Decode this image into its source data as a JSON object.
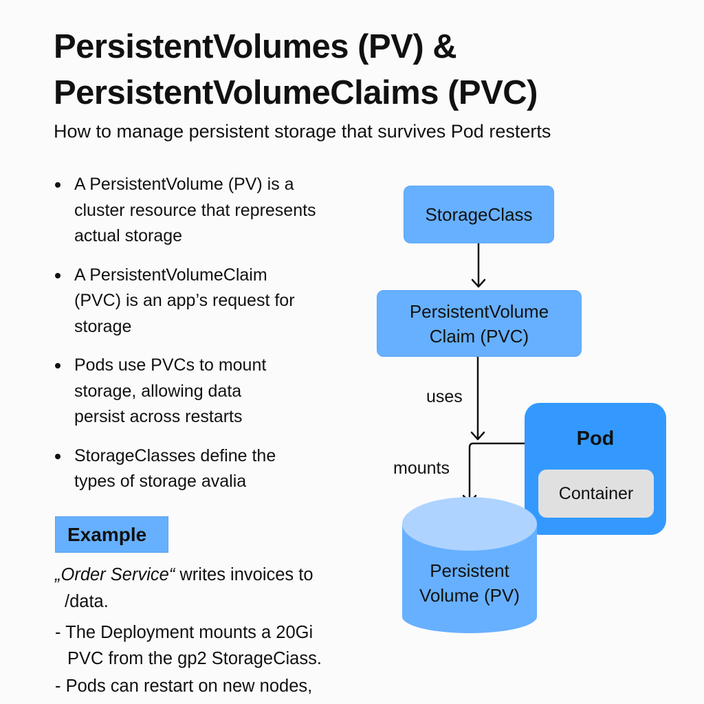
{
  "header": {
    "title_line1": "PersistentVolumes (PV) &",
    "title_line2": "PersistentVolumeClaims (PVC)",
    "subtitle": "How to manage persistent storage that survives Pod resterts"
  },
  "bullets": [
    "A PersistentVolume (PV) is a cluster resource that represents actual storage",
    "A PersistentVolumeClaim (PVC) is an app’s request for storage",
    "Pods use PVCs to mount storage, allowing data persist across restarts",
    "StorageClasses define the types of storage avalia"
  ],
  "example": {
    "heading": "Example",
    "service_name": "„Order Service“",
    "line1_rest": " writes invoices to",
    "line2": "/data.",
    "line3": "- The Deployment mounts a 20Gi",
    "line4": "PVC from the gp2 StorageCiass.",
    "line5": "- Pods can restart on new nodes,"
  },
  "diagram": {
    "storage_class": "StorageClass",
    "pvc_line1": "PersistentVolume",
    "pvc_line2": "Claim (PVC)",
    "uses_label": "uses",
    "mounts_label": "mounts",
    "pod_label": "Pod",
    "container_label": "Container",
    "pv_line1": "Persistent",
    "pv_line2": "Volume (PV)"
  },
  "colors": {
    "box": "#66b0ff",
    "pod": "#3399ff",
    "container": "#e0e0e0",
    "cylinder_top": "#aed3ff"
  }
}
